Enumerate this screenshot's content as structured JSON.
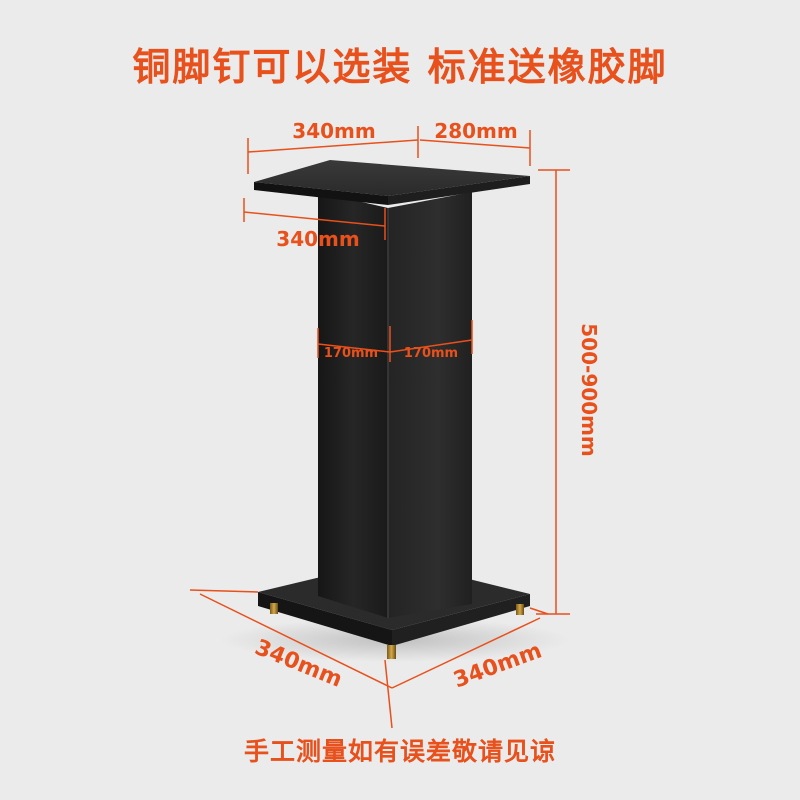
{
  "title": "铜脚钉可以选装 标准送橡胶脚",
  "footer": "手工测量如有误差敬请见谅",
  "dimensions": {
    "top_width": "340mm",
    "top_depth": "280mm",
    "top_front": "340mm",
    "column_left": "170mm",
    "column_right": "170mm",
    "height": "500-900mm",
    "base_left": "340mm",
    "base_right": "340mm"
  },
  "colors": {
    "accent": "#e8501c",
    "stand": "#1c1c1c",
    "background": "#ebebeb"
  }
}
